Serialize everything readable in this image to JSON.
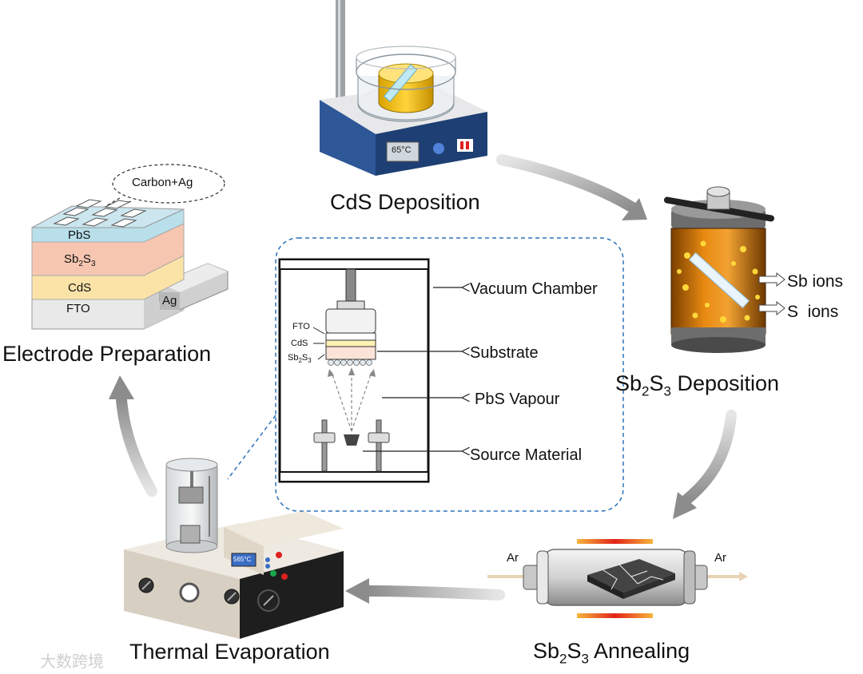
{
  "stages": {
    "cds": "CdS Deposition",
    "sb2s3_dep": {
      "pre": "Sb",
      "sub1": "2",
      "mid": "S",
      "sub2": "3",
      "post": " Deposition"
    },
    "annealing": {
      "pre": "Sb",
      "sub1": "2",
      "mid": "S",
      "sub2": "3",
      "post": " Annealing"
    },
    "thermal": "Thermal Evaporation",
    "electrode": "Electrode Preparation"
  },
  "hotplate": {
    "display": "65°C"
  },
  "deposition": {
    "sb_ions": "Sb ions",
    "s_ions": "S  ions"
  },
  "annealing_gas": {
    "in": "Ar",
    "out": "Ar"
  },
  "evaporator": {
    "display": "565°C"
  },
  "chamber": {
    "vacuum_chamber": "Vacuum Chamber",
    "substrate": "Substrate",
    "pbs_vapour": "PbS Vapour",
    "source_material": "Source Material",
    "layer_fto": "FTO",
    "layer_cds": "CdS",
    "layer_sb2s3": {
      "pre": "Sb",
      "sub1": "2",
      "mid": "S",
      "sub2": "3"
    }
  },
  "device": {
    "bubble": "Carbon+Ag",
    "pbs": "PbS",
    "sb2s3": {
      "pre": "Sb",
      "sub1": "2",
      "mid": "S",
      "sub2": "3"
    },
    "cds": "CdS",
    "fto": "FTO",
    "ag": "Ag"
  },
  "watermark": "大数跨境"
}
